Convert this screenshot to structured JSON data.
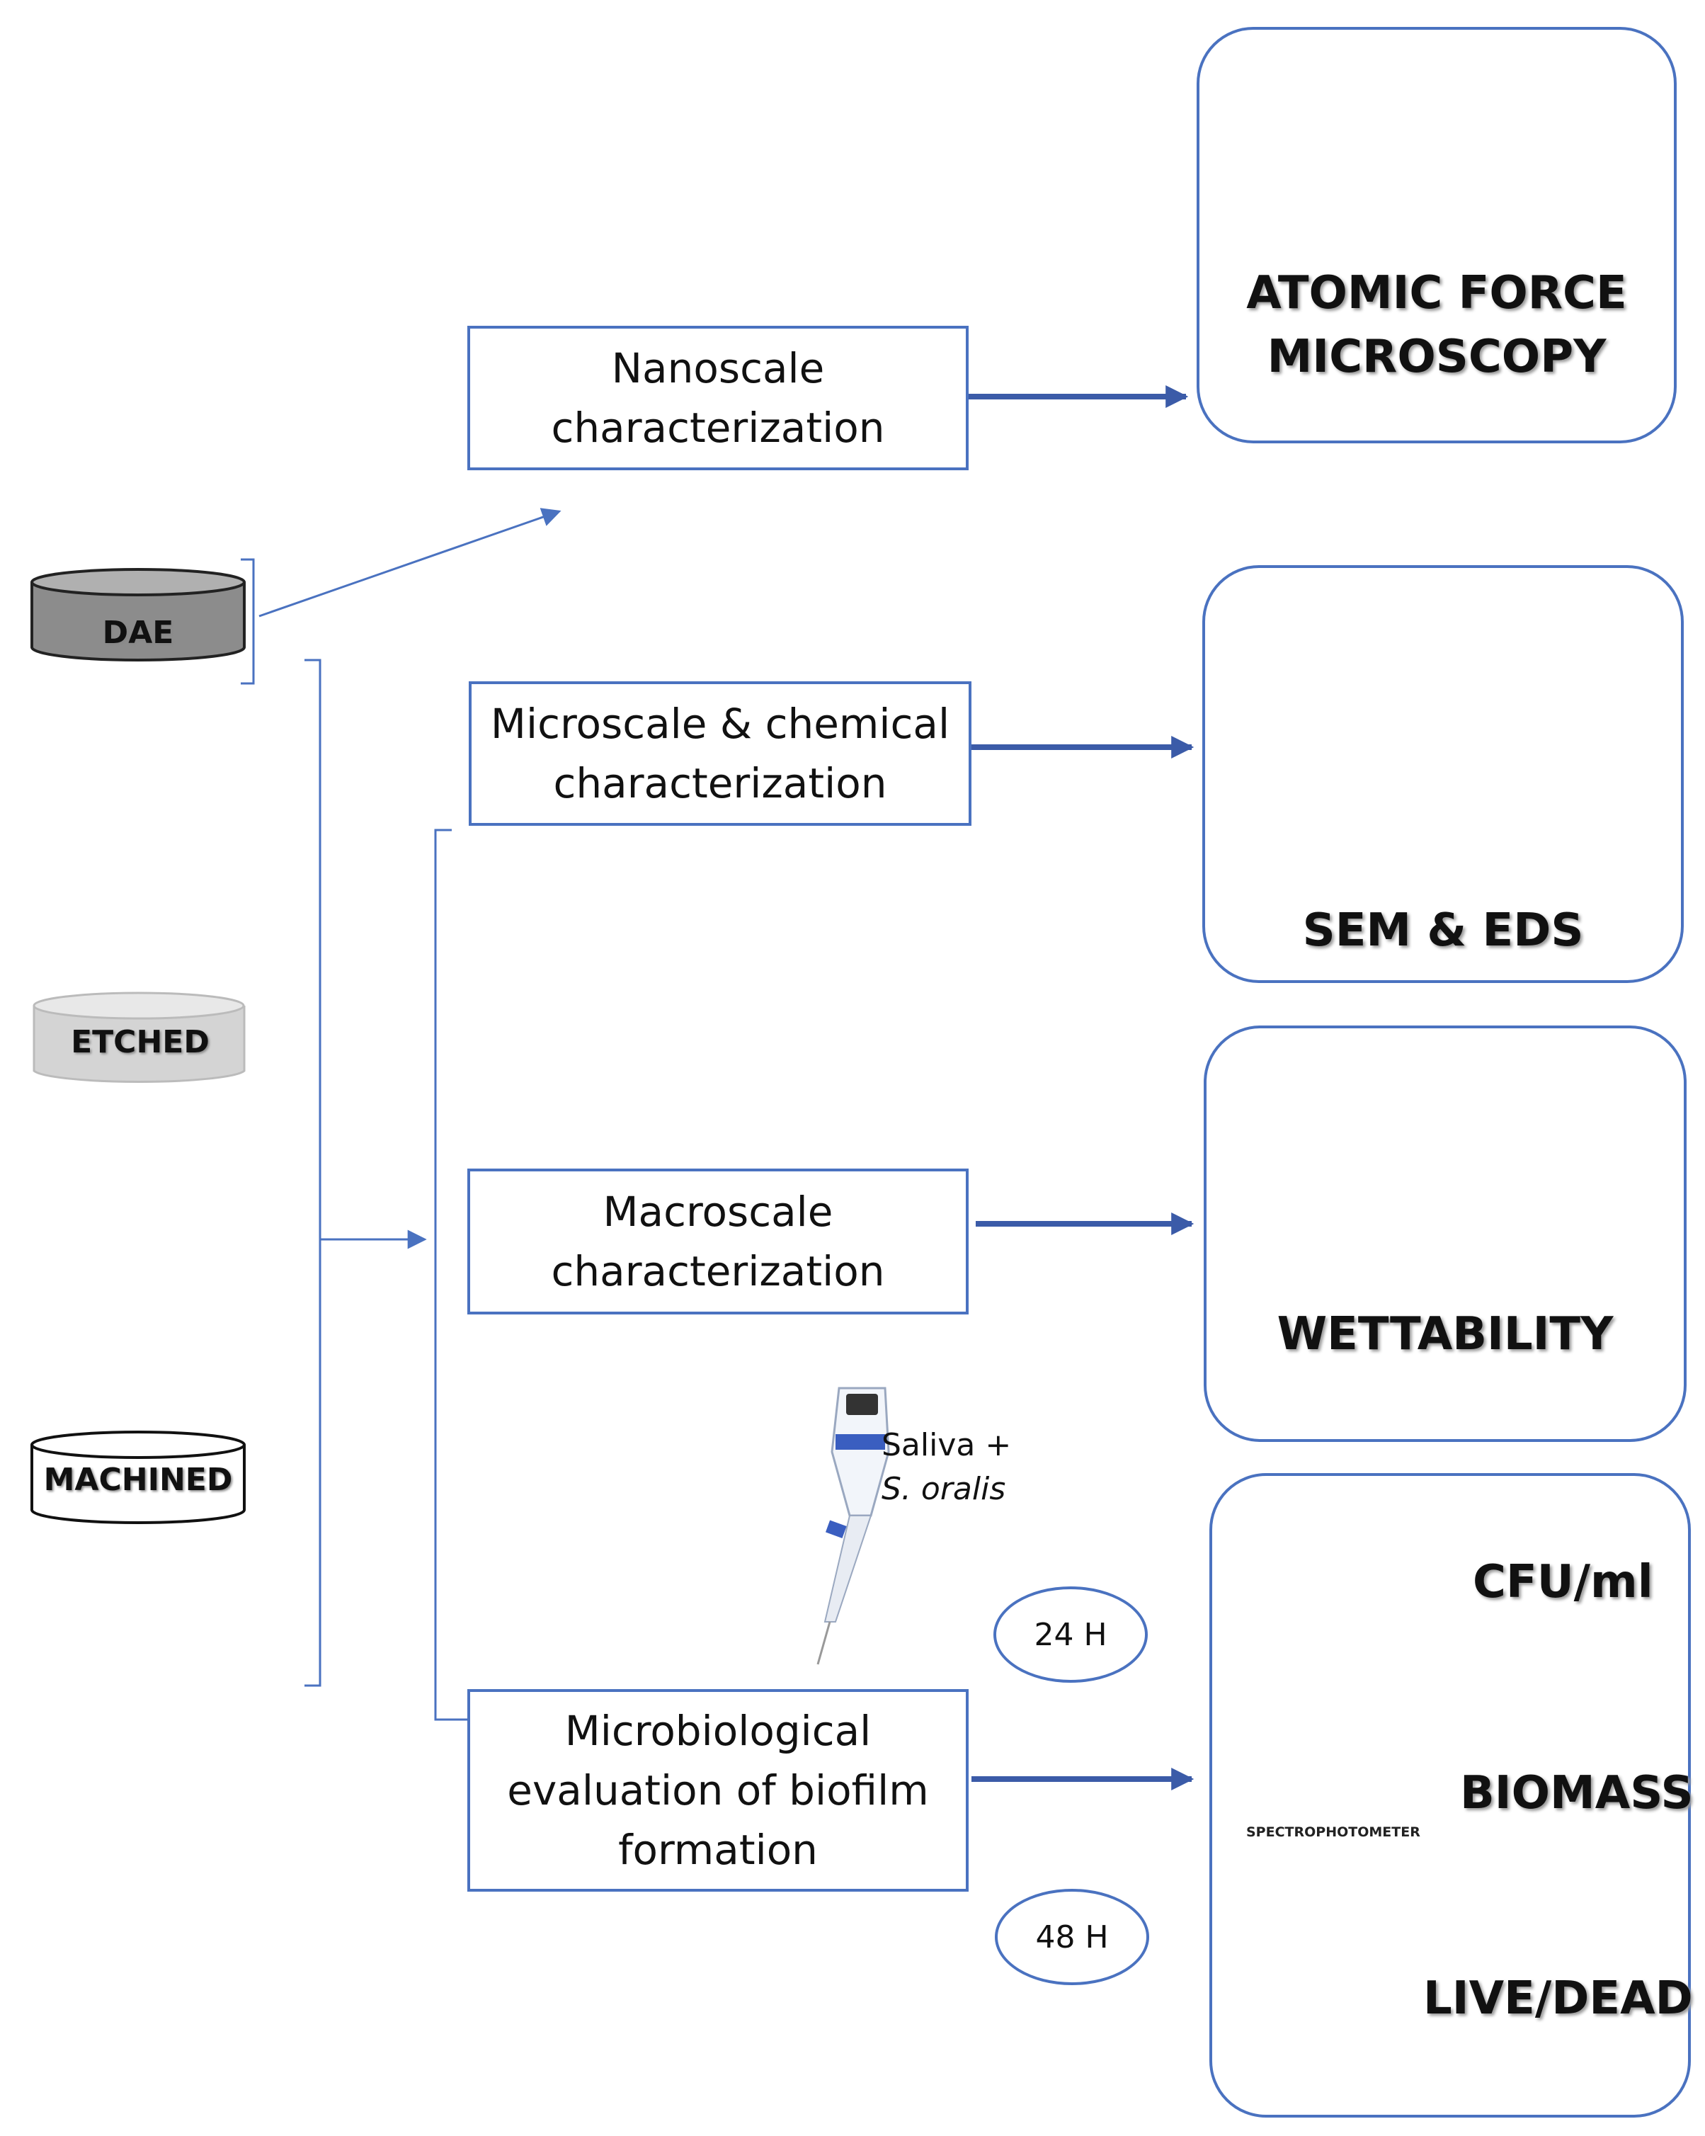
{
  "samples": [
    {
      "label": "DAE",
      "fill": "#8c8c8c"
    },
    {
      "label": "ETCHED",
      "fill": "#d4d4d4"
    },
    {
      "label": "MACHINED",
      "fill": "#ffffff"
    }
  ],
  "steps": {
    "nano": [
      "Nanoscale",
      "characterization"
    ],
    "micro": [
      "Microscale & chemical",
      "characterization"
    ],
    "macro": [
      "Macroscale",
      "characterization"
    ],
    "microbio": [
      "Microbiological",
      "evaluation of biofilm",
      "formation"
    ]
  },
  "results": {
    "afm": [
      "ATOMIC FORCE",
      "MICROSCOPY"
    ],
    "sem": "SEM & EDS",
    "wettability": "WETTABILITY",
    "cfu": "CFU/ml",
    "biomass": "BIOMASS",
    "spectrophotometer": "SPECTROPHOTOMETER",
    "livedead": "LIVE/DEAD"
  },
  "inoculum": {
    "line1": "Saliva +",
    "line2": "S. oralis"
  },
  "timepoints": [
    "24 H",
    "48 H"
  ],
  "colors": {
    "accent": "#4a72c0",
    "arrow": "#3b5ba8",
    "contact_angle_line": "#ff0000",
    "droplet": "#3a6fd0",
    "colony": "#e040e0"
  }
}
